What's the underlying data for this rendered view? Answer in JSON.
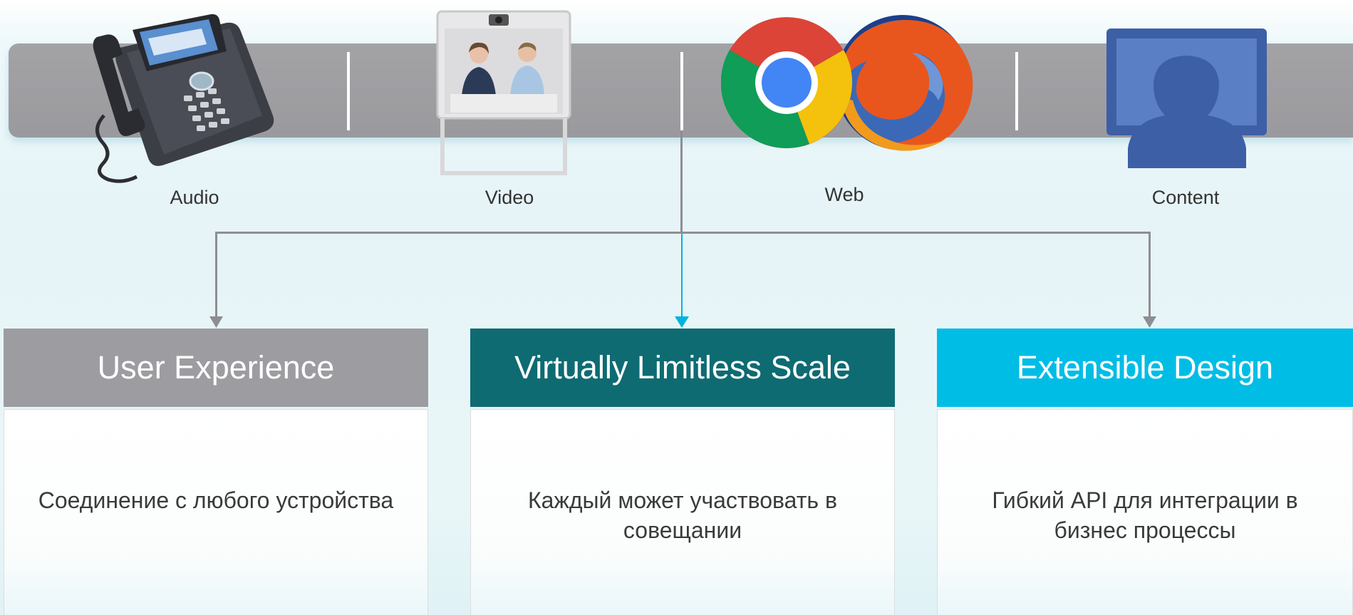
{
  "devices": [
    {
      "label": "Audio",
      "icon": "desk-phone-icon"
    },
    {
      "label": "Video",
      "icon": "video-endpoint-icon"
    },
    {
      "label": "Web",
      "icon": "browser-icons"
    },
    {
      "label": "Content",
      "icon": "screen-share-icon"
    }
  ],
  "cards": [
    {
      "title": "User Experience",
      "text": "Соединение с любого устройства",
      "color": "#9d9ca1"
    },
    {
      "title": "Virtually Limitless Scale",
      "text": "Каждый может участвовать в совещании",
      "color": "#0e6b72"
    },
    {
      "title": "Extensible Design",
      "text": "Гибкий API для интеграции в бизнес процессы",
      "color": "#00bde6"
    }
  ],
  "colors": {
    "bar": "#9a9a9e",
    "arrow_gray": "#8e8e92",
    "arrow_blue": "#00b4e0",
    "content_blue": "#3d5fa6"
  }
}
